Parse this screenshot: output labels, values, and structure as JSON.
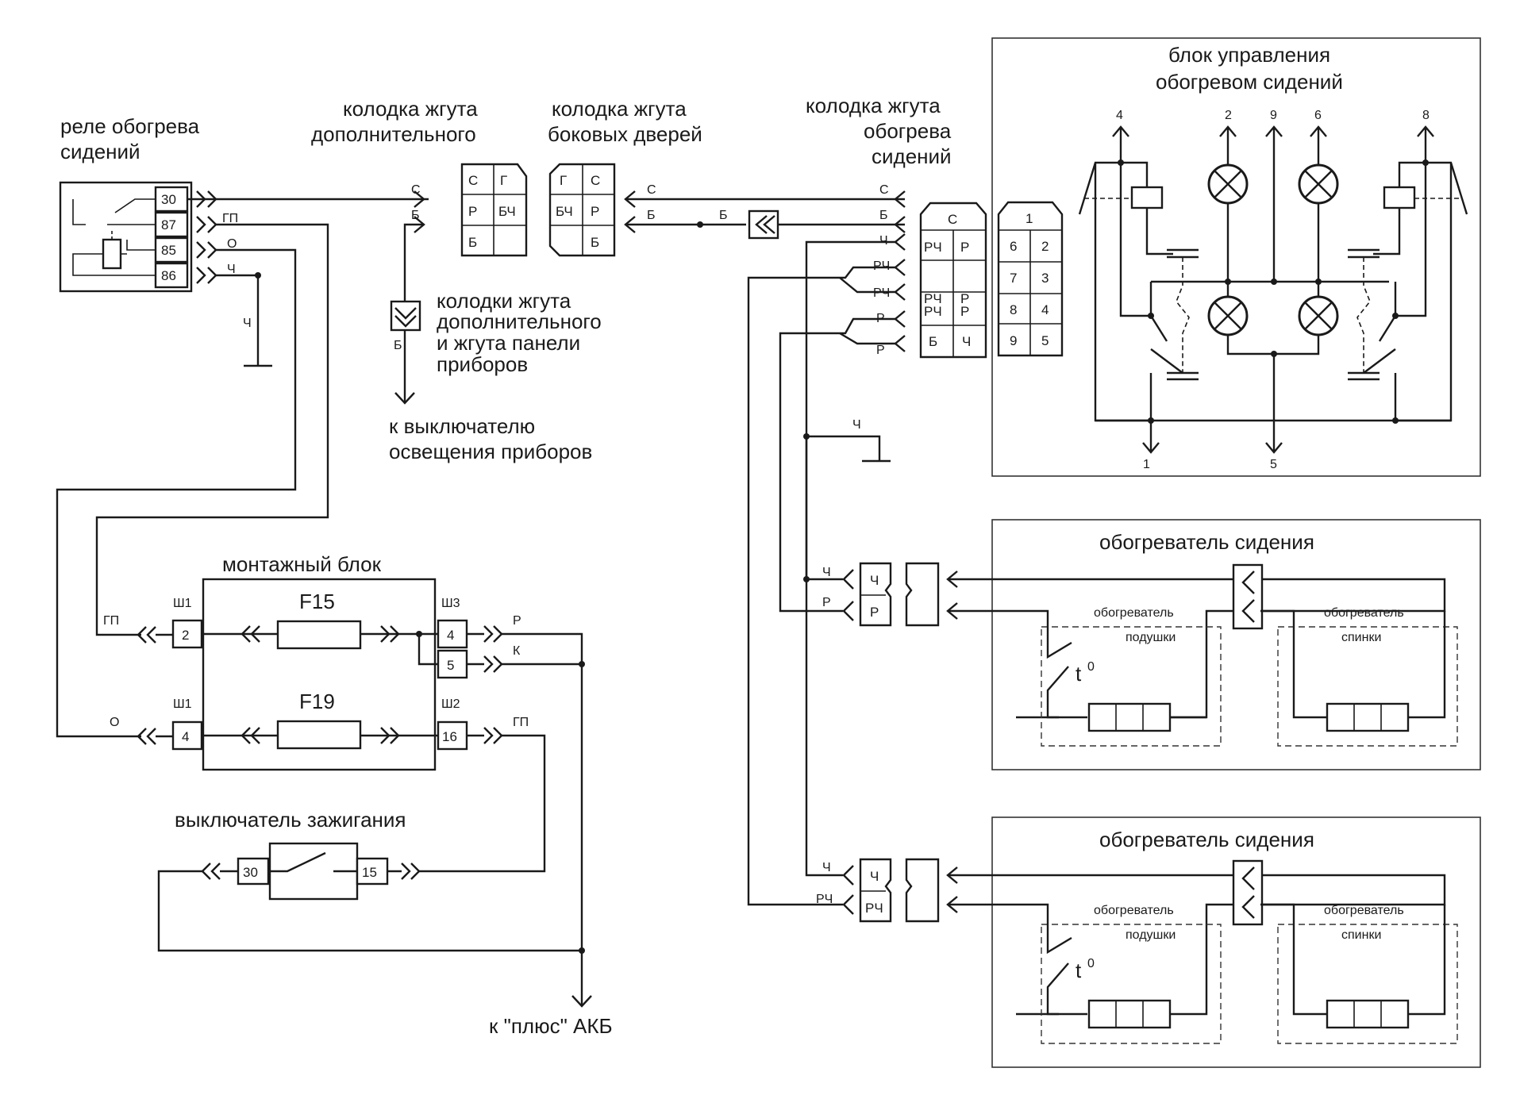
{
  "titles": {
    "relay": [
      "реле обогрева",
      "сидений"
    ],
    "conn_extra": [
      "колодка жгута",
      "дополнительного"
    ],
    "conn_doors": [
      "колодка жгута",
      "боковых дверей"
    ],
    "conn_seat": [
      "колодка жгута",
      "обогрева",
      "сидений"
    ],
    "control_unit": [
      "блок управления",
      "обогревом сидений"
    ],
    "conn_pair": [
      "колодки жгута",
      "дополнительного",
      "и жгута панели",
      "приборов"
    ],
    "to_light_switch": [
      "к выключателю",
      "освещения приборов"
    ],
    "mount_block": "монтажный блок",
    "ignition": "выключатель зажигания",
    "battery": "к \"плюс\" АКБ",
    "heater": "обогреватель сидения",
    "cushion": [
      "обогреватель",
      "подушки"
    ],
    "back": [
      "обогреватель",
      "спинки"
    ],
    "thermo": "t",
    "thermo_sup": "0"
  },
  "fuses": {
    "f15": "F15",
    "f19": "F19"
  },
  "sockets": {
    "sh1": "Ш1",
    "sh2": "Ш2",
    "sh3": "Ш3"
  },
  "pins": {
    "relay": [
      "30",
      "87",
      "85",
      "86"
    ],
    "mb_left_top": "2",
    "mb_left_bot": "4",
    "mb_right": [
      "4",
      "5",
      "16"
    ],
    "ign": [
      "30",
      "15"
    ],
    "cu_outputs": [
      "4",
      "2",
      "9",
      "6",
      "8"
    ],
    "cu_bottom": [
      "1",
      "5"
    ],
    "conn9": [
      "1",
      "6",
      "2",
      "7",
      "3",
      "8",
      "4",
      "9",
      "5"
    ]
  },
  "wires": {
    "relay": [
      "ГП",
      "О",
      "Ч"
    ],
    "ground": "Ч",
    "conn_extra_in": [
      "С",
      "Б"
    ],
    "conn_extra_grid": [
      "С",
      "Г",
      "Р",
      "БЧ",
      "Б",
      ""
    ],
    "conn_doors_grid": [
      "Г",
      "С",
      "БЧ",
      "Р",
      "",
      "Б"
    ],
    "doors_out": [
      "С",
      "Б"
    ],
    "b_mid": "Б",
    "b_down": "Б",
    "seat_in": [
      "С",
      "Б",
      "Ч",
      "РЧ",
      "РЧ",
      "Р",
      "Р"
    ],
    "seat_grid": [
      "С",
      "РЧ",
      "Р",
      "",
      "РЧ",
      "Р",
      "РЧ",
      "Р",
      "Б",
      "Ч"
    ],
    "ground2": "Ч",
    "mb_left": [
      "ГП",
      "О"
    ],
    "mb_right": [
      "Р",
      "К",
      "ГП"
    ],
    "heater1_in": [
      "Ч",
      "Р"
    ],
    "heater1_pins": [
      "Ч",
      "Р"
    ],
    "heater2_in": [
      "Ч",
      "РЧ"
    ],
    "heater2_pins": [
      "Ч",
      "РЧ"
    ]
  }
}
